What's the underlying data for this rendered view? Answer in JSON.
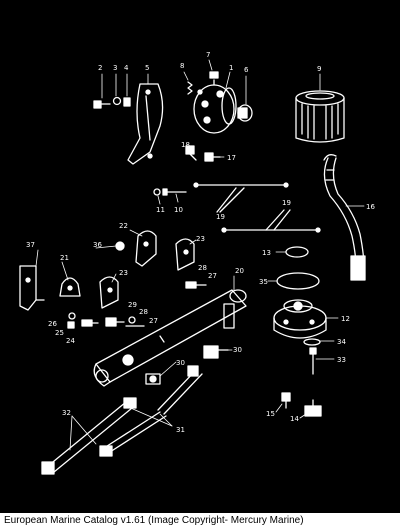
{
  "callouts": [
    "1",
    "2",
    "3",
    "4",
    "5",
    "6",
    "7",
    "8",
    "9",
    "10",
    "11",
    "12",
    "13",
    "14",
    "15",
    "16",
    "17",
    "18",
    "19",
    "19",
    "20",
    "21",
    "22",
    "23",
    "23",
    "24",
    "25",
    "26",
    "27",
    "27",
    "28",
    "28",
    "29",
    "30",
    "30",
    "31",
    "32",
    "33",
    "34",
    "35",
    "36",
    "37"
  ],
  "footer": {
    "caption": "European Marine Catalog v1.61 (Image Copyright- Mercury Marine)"
  },
  "colors": {
    "background": "#000000",
    "line_art": "#ffffff",
    "footer_bg": "#ffffff",
    "footer_text": "#000000"
  }
}
